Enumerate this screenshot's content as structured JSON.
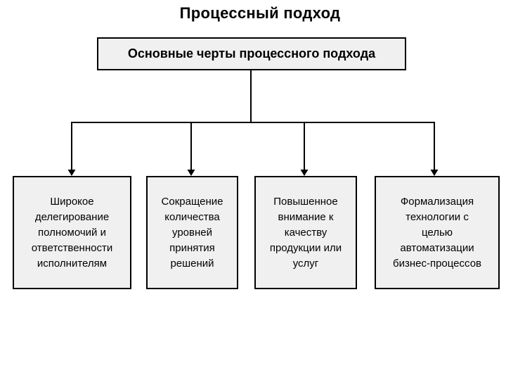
{
  "slide": {
    "title": "Процессный подход"
  },
  "diagram": {
    "root": {
      "label": "Основные черты процессного подхода"
    },
    "features": [
      {
        "label": "Широкое\nделегирование\nполномочий и\nответственности\nисполнителям"
      },
      {
        "label": "Сокращение\nколичества\nуровней\nпринятия\nрешений"
      },
      {
        "label": "Повышенное\nвнимание к\nкачеству\nпродукции или\nуслуг"
      },
      {
        "label": "Формализация\nтехнологии с\nцелью\nавтоматизации\nбизнес-процессов"
      }
    ],
    "colors": {
      "background": "#ffffff",
      "box_fill": "#f0f0f0",
      "box_border": "#000000",
      "connector": "#000000",
      "text": "#000000"
    }
  }
}
